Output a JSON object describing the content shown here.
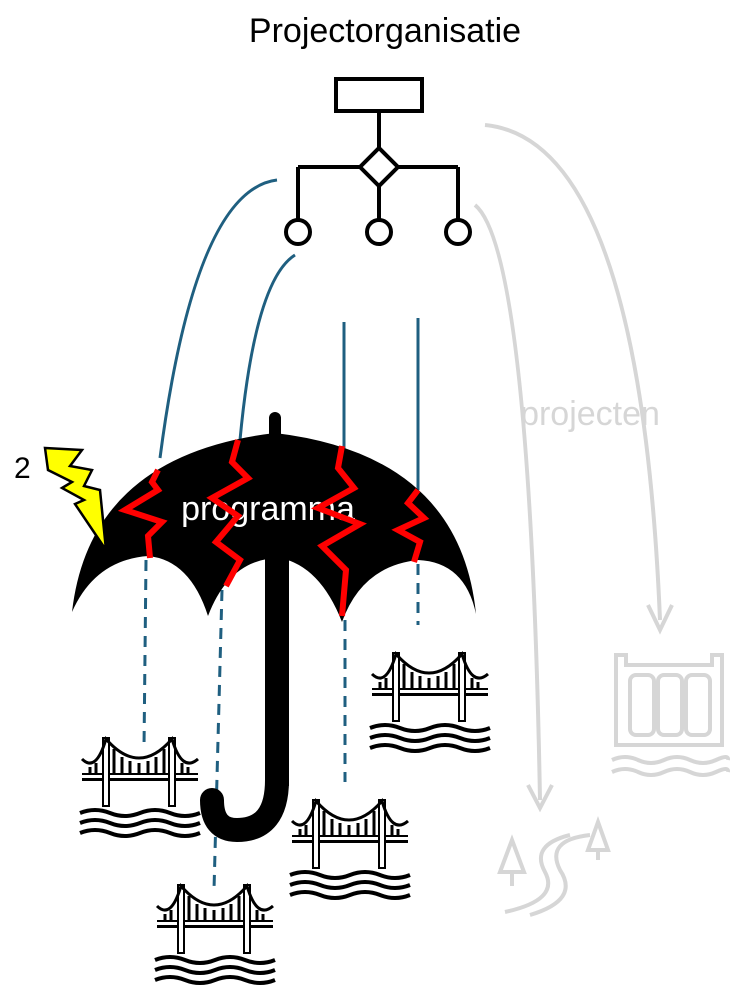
{
  "title": "Projectorganisatie",
  "labels": {
    "umbrella": "programma",
    "projects": "projecten",
    "number": "2"
  },
  "colors": {
    "line_blue": "#1f5f80",
    "lightning_red": "#ff0000",
    "bolt_yellow": "#ffff00",
    "faded_gray": "#d6d6d6",
    "black": "#000000"
  },
  "icons": [
    "org-chart-icon",
    "umbrella-icon",
    "lightning-bolt-icon",
    "bridge-icon",
    "dam-icon",
    "forest-road-icon"
  ]
}
